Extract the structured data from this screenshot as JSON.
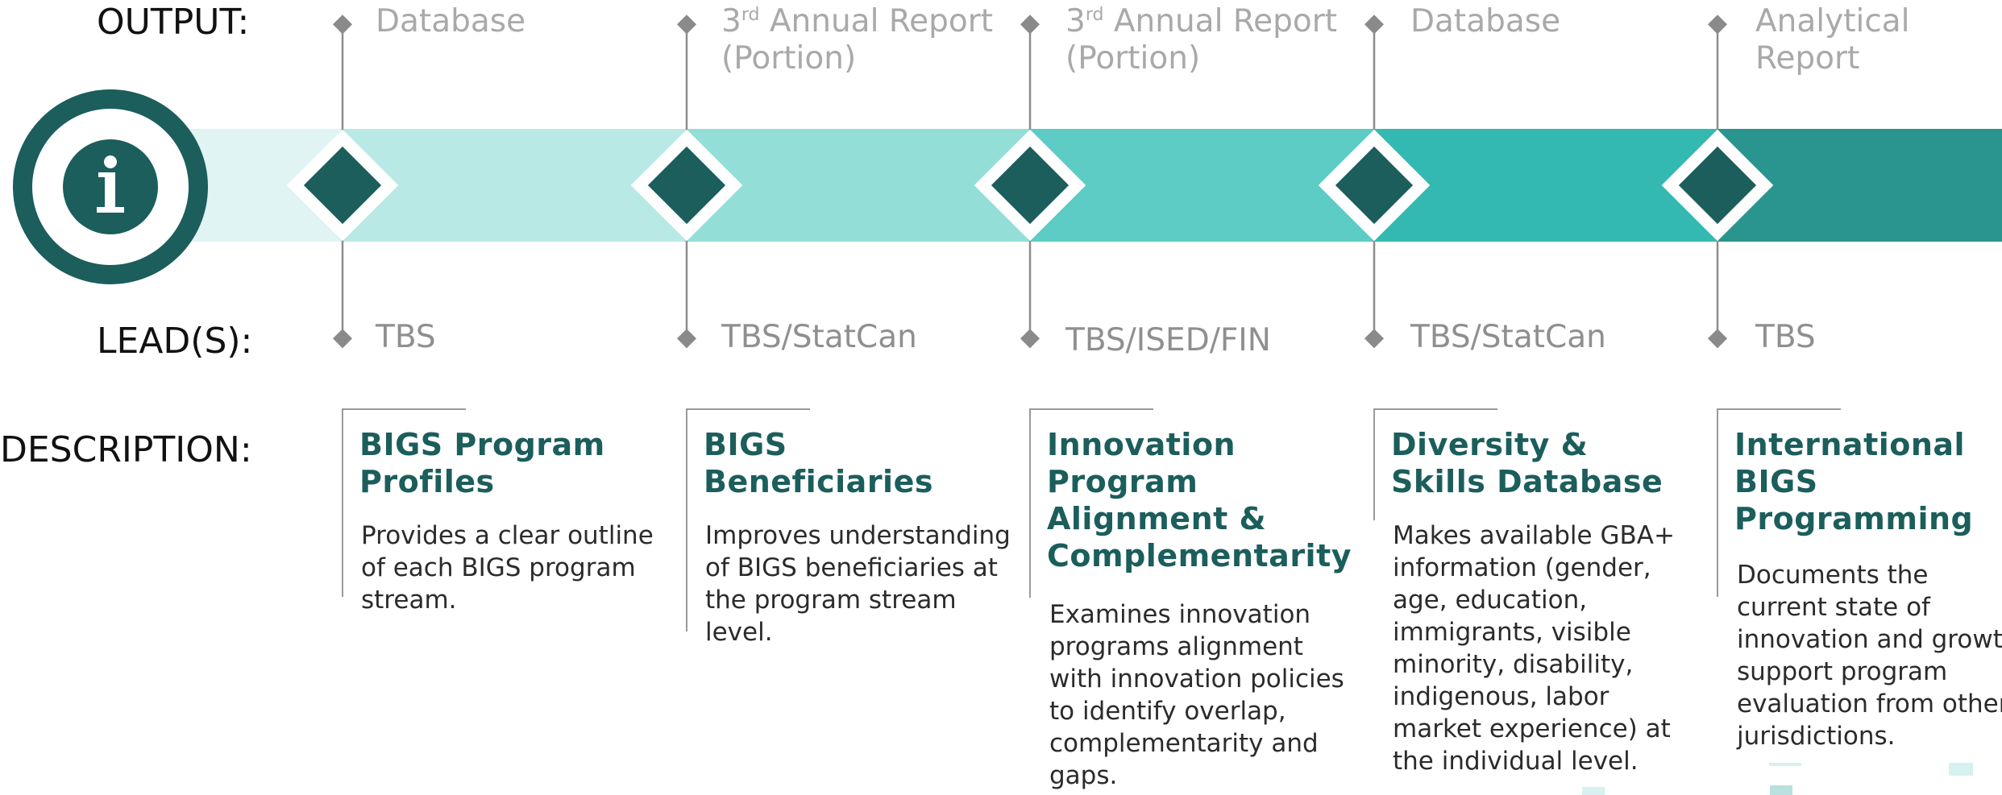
{
  "row_labels": {
    "output": "OUTPUT:",
    "leads": "LEAD(S):",
    "description": "DESCRIPTION:"
  },
  "icon": "info-icon",
  "colors": {
    "accent_dark": "#1b5e5c",
    "band": [
      "#dff4f3",
      "#b9e9e5",
      "#93dfd8",
      "#5cccc4",
      "#33b9b1",
      "#2a948f"
    ]
  },
  "stages": [
    {
      "output": {
        "pre": "Database",
        "sup": "",
        "post": "",
        "line2": ""
      },
      "lead": "TBS",
      "title": [
        "BIGS Program",
        "Profiles"
      ],
      "body": [
        "Provides a clear outline",
        "of each BIGS program",
        "stream."
      ]
    },
    {
      "output": {
        "pre": "3",
        "sup": "rd",
        "post": " Annual Report",
        "line2": "(Portion)"
      },
      "lead": "TBS/StatCan",
      "title": [
        "BIGS",
        "Beneficiaries"
      ],
      "body": [
        "Improves understanding",
        "of BIGS beneficiaries at",
        "the program stream",
        "level."
      ]
    },
    {
      "output": {
        "pre": "3",
        "sup": "rd",
        "post": " Annual Report",
        "line2": "(Portion)"
      },
      "lead": "TBS/ISED/FIN",
      "title": [
        "Innovation",
        "Program",
        "Alignment &",
        "Complementarity"
      ],
      "body": [
        "Examines innovation",
        "programs alignment",
        "with innovation policies",
        "to identify overlap,",
        "complementarity and",
        "gaps."
      ]
    },
    {
      "output": {
        "pre": "Database",
        "sup": "",
        "post": "",
        "line2": ""
      },
      "lead": "TBS/StatCan",
      "title": [
        "Diversity &",
        "Skills Database"
      ],
      "body": [
        "Makes available GBA+",
        "information (gender,",
        "age, education,",
        "immigrants, visible",
        "minority, disability,",
        "indigenous, labor",
        "market experience) at",
        "the individual level."
      ]
    },
    {
      "output": {
        "pre": "Analytical",
        "sup": "",
        "post": "",
        "line2": "Report"
      },
      "lead": "TBS",
      "title": [
        "International",
        "BIGS",
        "Programming"
      ],
      "body": [
        "Documents the",
        "current state of",
        "innovation and growth",
        "support program",
        "evaluation from other",
        "jurisdictions."
      ]
    }
  ]
}
